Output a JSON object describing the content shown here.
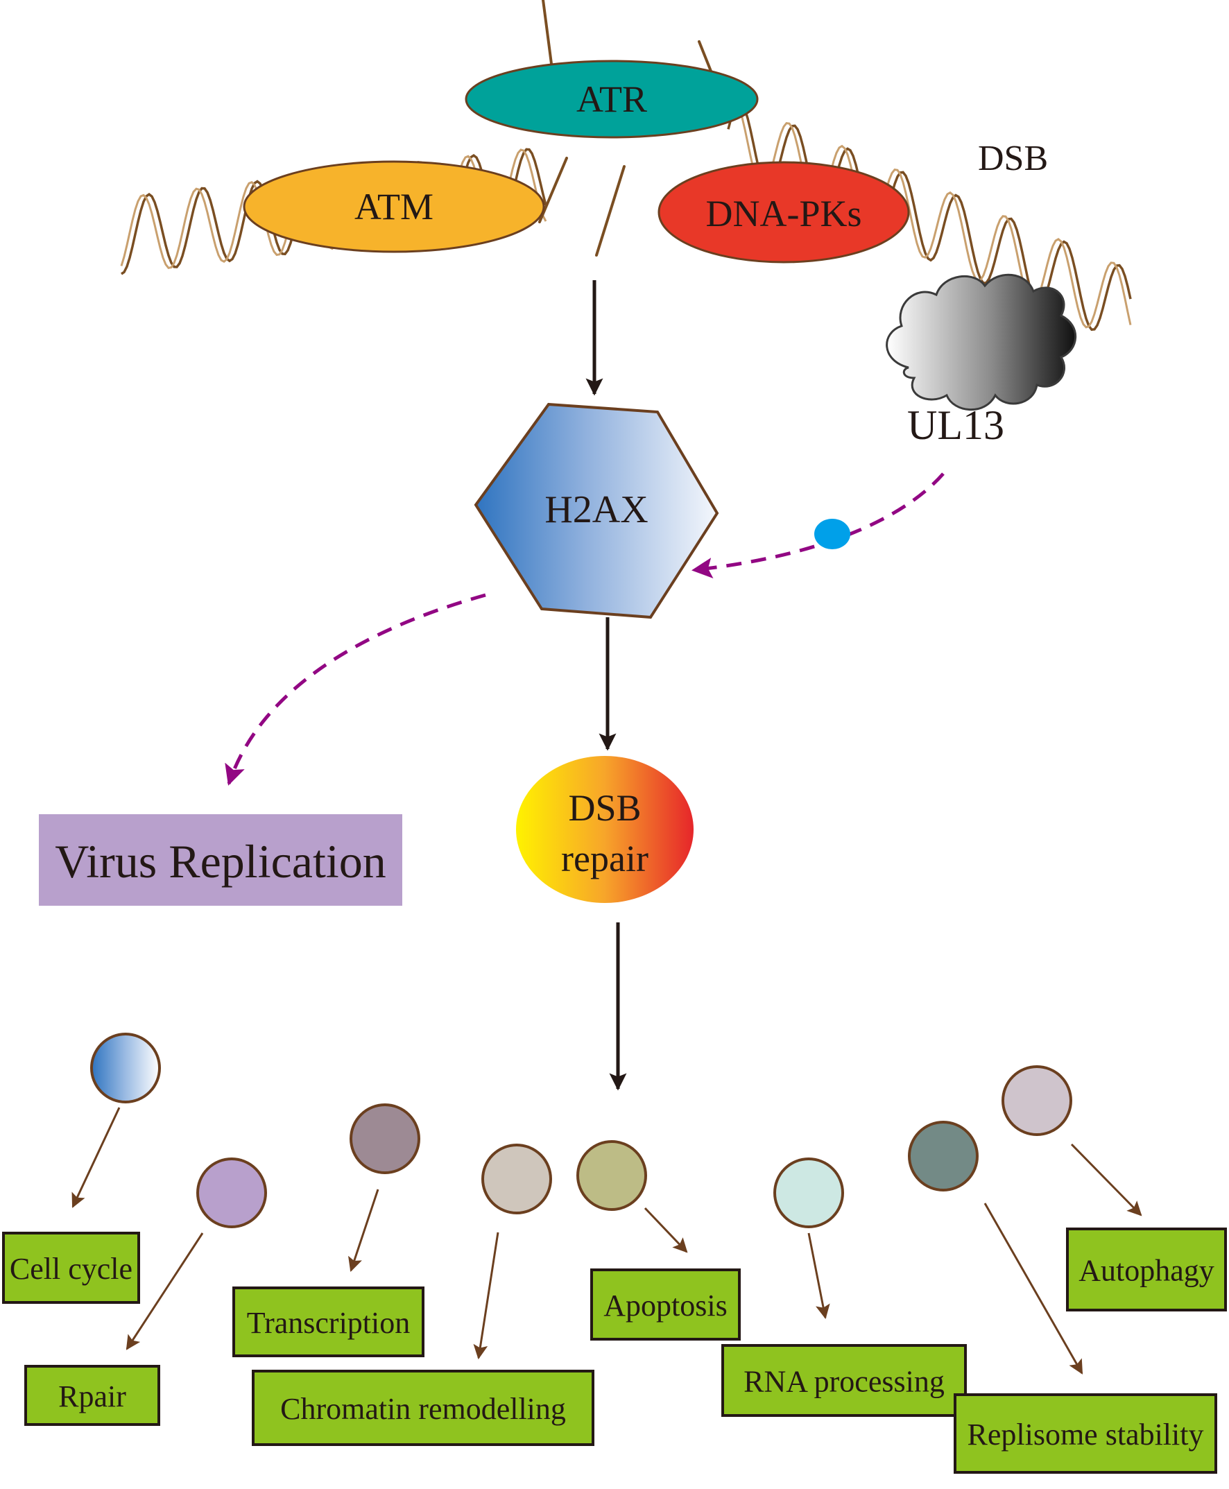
{
  "colors": {
    "dna_strand": "#7a4e22",
    "dna_strand_light": "#c9a06e",
    "atr": "#00a29a",
    "atm": "#f7b32b",
    "dnapk": "#e83828",
    "outline": "#6b3f1f",
    "arrow": "#231815",
    "dashed": "#920783",
    "dot": "#00a0e9",
    "outcome_box": "#8fc31f",
    "virus_box": "#b8a0cc"
  },
  "dna": {
    "kinases": {
      "atr": "ATR",
      "atm": "ATM",
      "dnapk": "DNA-PKs"
    },
    "lesion_label": "DSB"
  },
  "ul13": {
    "label": "UL13"
  },
  "h2ax": {
    "label": "H2AX"
  },
  "dsb_repair": {
    "line1": "DSB",
    "line2": "repair"
  },
  "virus_replication": {
    "label": "Virus Replication"
  },
  "outcomes": [
    {
      "label": "Cell cycle",
      "circle_color": "gradient-blue"
    },
    {
      "label": "Rpair",
      "circle_color": "#b8a0cc"
    },
    {
      "label": "Transcription",
      "circle_color": "#9d8a94"
    },
    {
      "label": "Chromatin remodelling",
      "circle_color": "#cfc6bc"
    },
    {
      "label": "Apoptosis",
      "circle_color": "#bdbc86"
    },
    {
      "label": "RNA processing",
      "circle_color": "#cde8e3"
    },
    {
      "label": "Replisome stability",
      "circle_color": "#738a86"
    },
    {
      "label": "Autophagy",
      "circle_color": "#cfc4cc"
    }
  ]
}
